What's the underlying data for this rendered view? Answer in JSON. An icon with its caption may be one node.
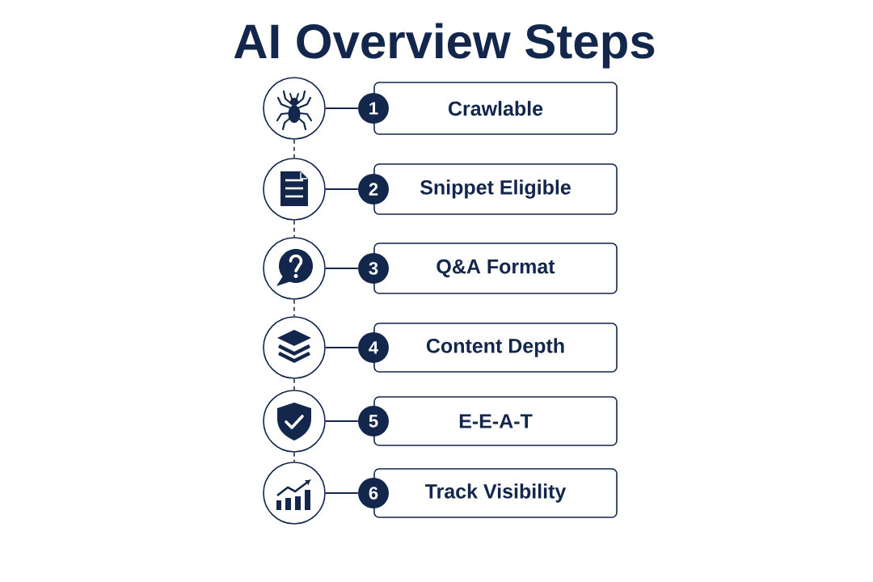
{
  "diagram": {
    "title": "AI Overview Steps",
    "nodes": [
      {
        "text": [],
        "shape": "circle"
      },
      {
        "text": [
          "1"
        ]
      },
      {
        "text": [
          "Crawlable"
        ]
      },
      {
        "text": [],
        "shape": "circle"
      },
      {
        "text": [
          "2"
        ]
      },
      {
        "text": [
          "Snippet Eligible"
        ]
      },
      {
        "text": [],
        "shape": "circle"
      },
      {
        "text": [
          "3"
        ]
      },
      {
        "text": [
          "Q&A Format"
        ]
      },
      {
        "text": [],
        "shape": "circle"
      },
      {
        "text": [
          "4"
        ]
      },
      {
        "text": [
          "Content Depth"
        ]
      },
      {
        "text": [],
        "shape": "circle"
      },
      {
        "text": [
          "5"
        ]
      },
      {
        "text": [
          "E-E-A-T"
        ]
      },
      {
        "text": [],
        "shape": "circle"
      },
      {
        "text": [
          "6"
        ]
      },
      {
        "text": [
          "Track Visibility"
        ]
      }
    ],
    "edges": [
      {
        "from": 0,
        "to": 1,
        "arrow": "none"
      },
      {
        "from": 3,
        "to": 4,
        "arrow": "none"
      },
      {
        "from": 6,
        "to": 7,
        "arrow": "none"
      },
      {
        "from": 9,
        "to": 10,
        "arrow": "none"
      },
      {
        "from": 12,
        "to": 13,
        "arrow": "none"
      },
      {
        "from": 15,
        "to": 16,
        "arrow": "none"
      },
      {
        "from": 0,
        "to": 3,
        "arrow": "none",
        "style": "dashed"
      },
      {
        "from": 3,
        "to": 6,
        "arrow": "none",
        "style": "dashed"
      },
      {
        "from": 6,
        "to": 9,
        "arrow": "none",
        "style": "dashed"
      },
      {
        "from": 9,
        "to": 12,
        "arrow": "none",
        "style": "dashed"
      },
      {
        "from": 12,
        "to": 15,
        "arrow": "none",
        "style": "dashed"
      }
    ]
  }
}
